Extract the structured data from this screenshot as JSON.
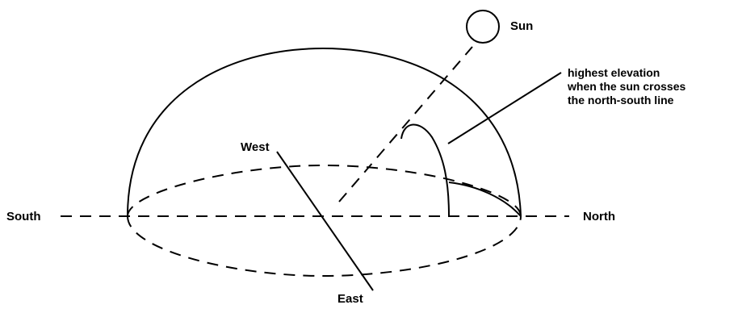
{
  "labels": {
    "sun": "Sun",
    "west": "West",
    "east": "East",
    "south": "South",
    "north": "North",
    "callout": [
      "highest elevation",
      "when the sun crosses",
      "the north-south line"
    ]
  },
  "colors": {
    "ink": "#000000",
    "background": "#ffffff"
  }
}
